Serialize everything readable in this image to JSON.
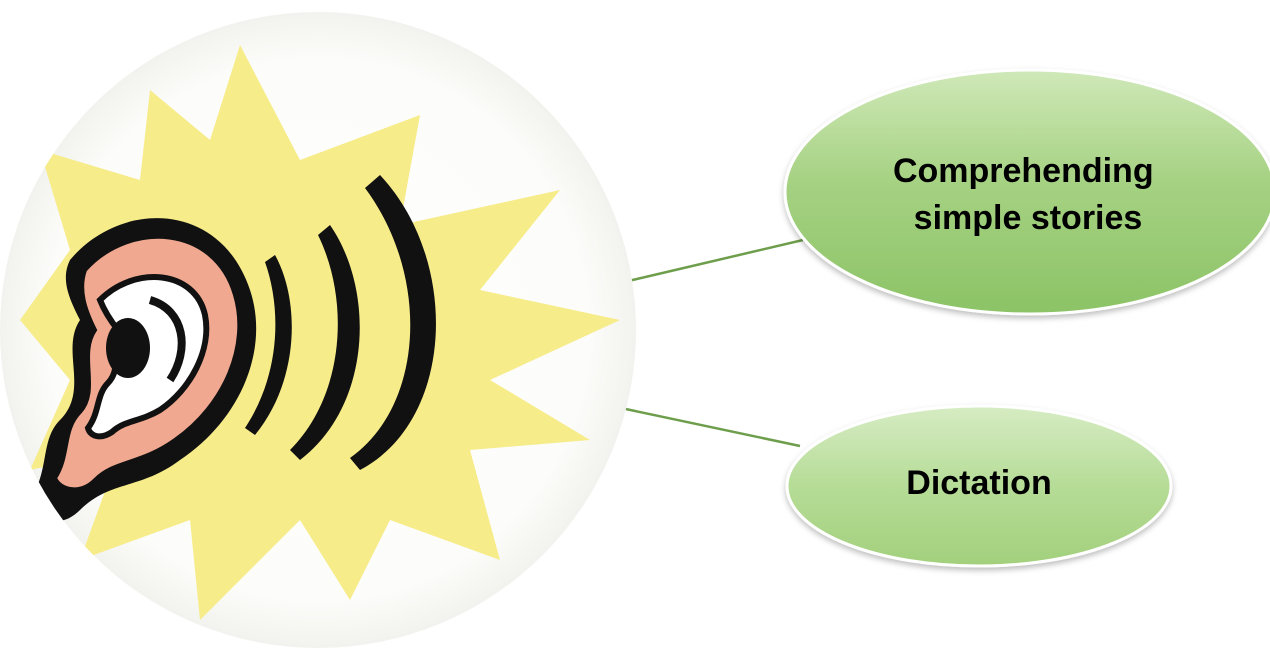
{
  "diagram": {
    "center": {
      "icon": "ear-with-sound-waves-icon",
      "burst_color": "#f7ec8a",
      "circle_color": "#fbfbf8"
    },
    "nodes": [
      {
        "id": "comprehending",
        "lines": [
          "Comprehending",
          "simple stories"
        ]
      },
      {
        "id": "dictation",
        "lines": [
          "Dictation"
        ]
      }
    ],
    "connector_color": "#6e9e4c",
    "node_fill_top": "#bfe0a3",
    "node_fill_bottom": "#8fc46a",
    "node_stroke": "#ffffff"
  }
}
